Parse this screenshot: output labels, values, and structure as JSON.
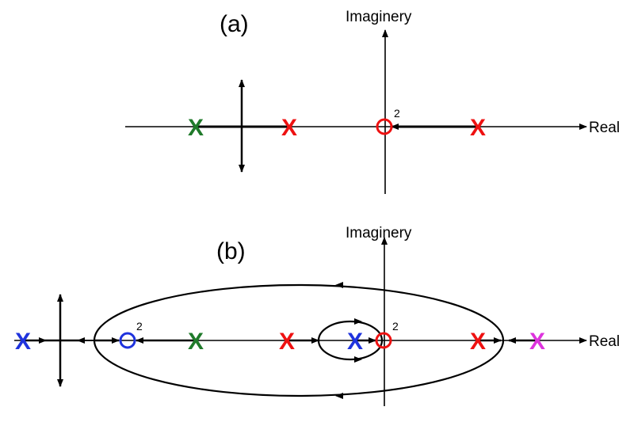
{
  "colors": {
    "axis": "#000000",
    "red": "#ee1111",
    "green": "#1f7a2a",
    "blue": "#1f33dd",
    "magenta": "#dd33dd"
  },
  "panel_a": {
    "label": "(a)",
    "axis_real": "Real",
    "axis_imag": "Imaginery",
    "zero_multiplicity": "2",
    "pole_symbol": "X"
  },
  "panel_b": {
    "label": "(b)",
    "axis_real": "Real",
    "axis_imag": "Imaginery",
    "zero_multiplicity_origin": "2",
    "zero_multiplicity_left": "2",
    "pole_symbol": "X"
  }
}
